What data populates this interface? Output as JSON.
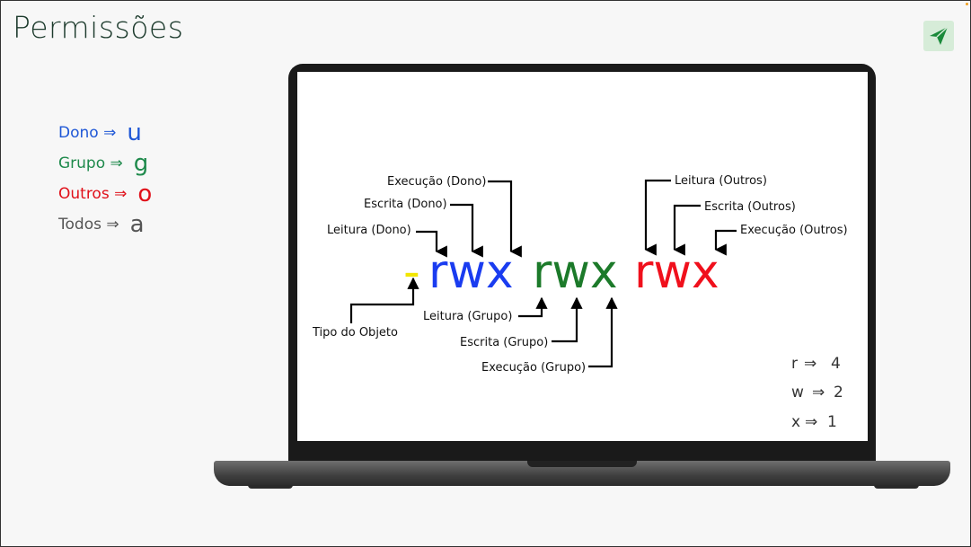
{
  "slide": {
    "title": "Permissões"
  },
  "legend": [
    {
      "label": "Dono",
      "arrow": "⇒",
      "letter": "u",
      "color": "#1f57d6"
    },
    {
      "label": "Grupo",
      "arrow": "⇒",
      "letter": "g",
      "color": "#1f8a4c"
    },
    {
      "label": "Outros",
      "arrow": "⇒",
      "letter": "o",
      "color": "#e0101a"
    },
    {
      "label": "Todos",
      "arrow": "⇒",
      "letter": "a",
      "color": "#555555"
    }
  ],
  "permission": {
    "type_char": "-",
    "owner": "rwx",
    "group": "rwx",
    "others": "rwx",
    "colors": {
      "type": "#f2e600",
      "owner": "#1a3cf0",
      "group": "#1c7a2a",
      "others": "#f0101c"
    }
  },
  "annotations": {
    "exec_owner": "Execução (Dono)",
    "write_owner": "Escrita (Dono)",
    "read_owner": "Leitura (Dono)",
    "read_others": "Leitura (Outros)",
    "write_others": "Escrita (Outros)",
    "exec_others": "Execução (Outros)",
    "object_type": "Tipo do Objeto",
    "read_group": "Leitura (Grupo)",
    "write_group": "Escrita (Grupo)",
    "exec_group": "Execução (Grupo)"
  },
  "values": [
    {
      "letter": "r",
      "arrow": "⇒",
      "num": "4"
    },
    {
      "letter": "w",
      "arrow": "⇒",
      "num": "2"
    },
    {
      "letter": "x",
      "arrow": "⇒",
      "num": "1"
    }
  ],
  "icons": {
    "logo": "paper-plane-logo-icon"
  }
}
